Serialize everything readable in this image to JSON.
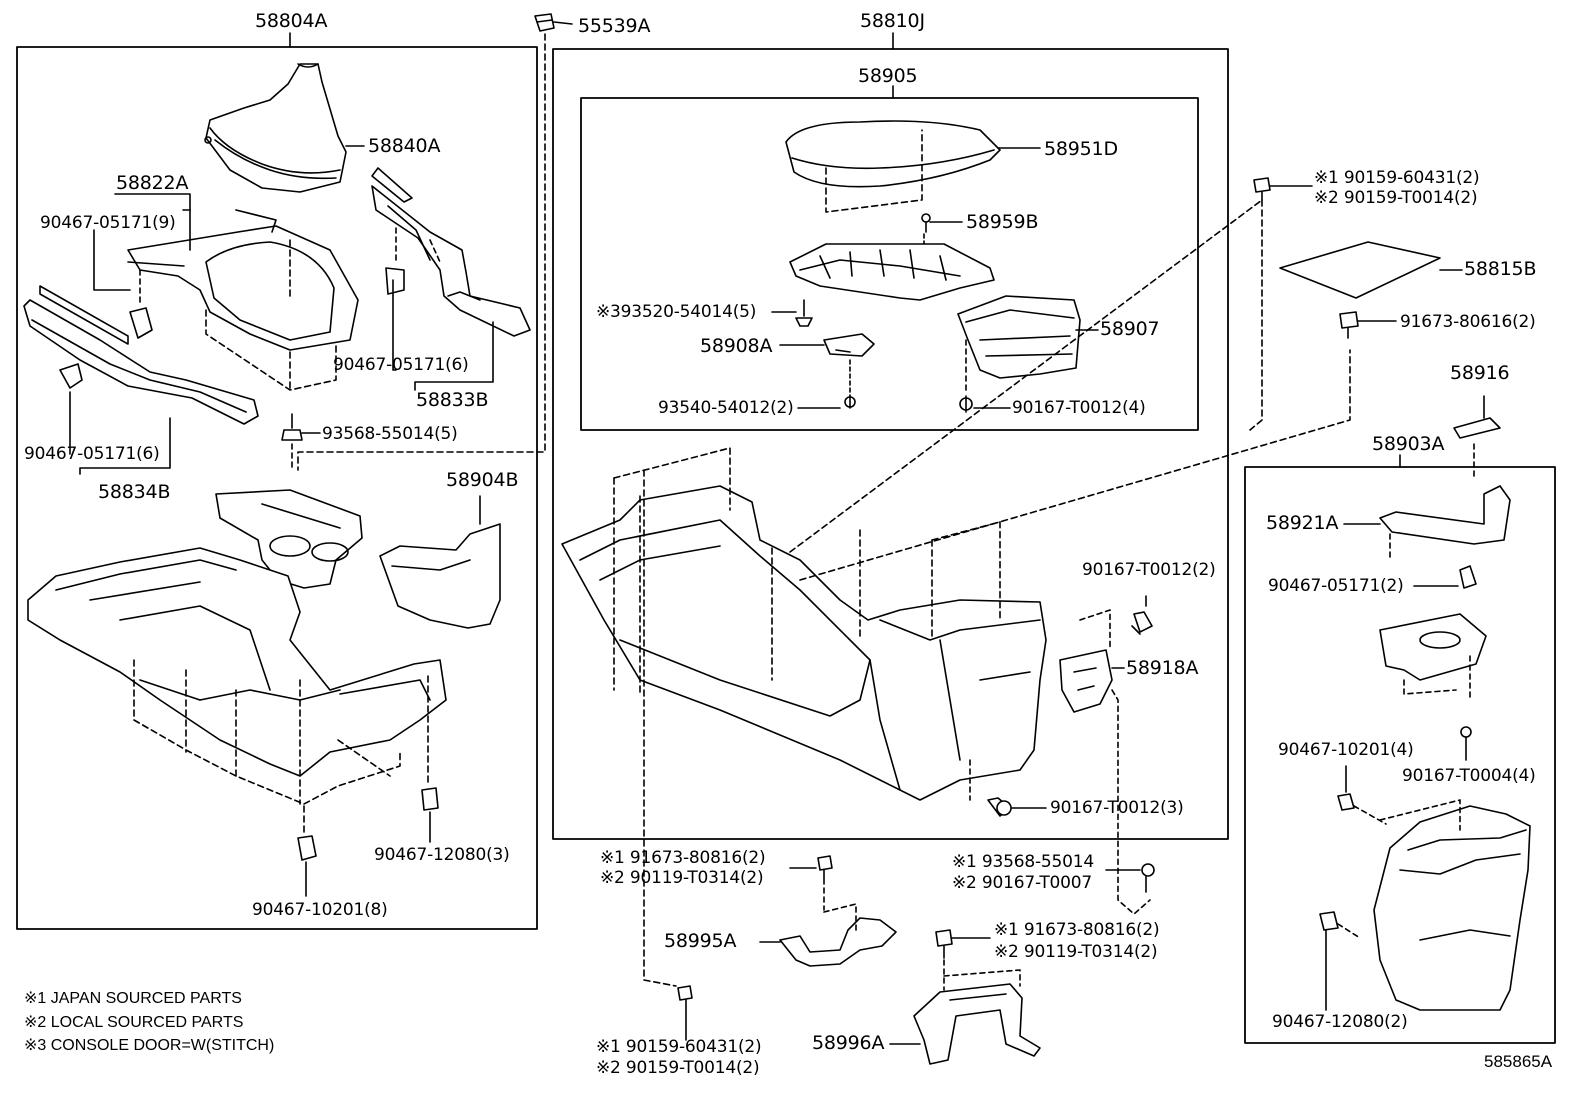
{
  "groups": {
    "g58804A": "58804A",
    "g58810J": "58810J",
    "g58905": "58905",
    "g58903A": "58903A"
  },
  "parts": {
    "p55539A": "55539A",
    "p58840A": "58840A",
    "p58822A": "58822A",
    "p90467_05171_9": "90467-05171(9)",
    "p90467_05171_6a": "90467-05171(6)",
    "p58833B": "58833B",
    "p93568_55014_5": "93568-55014(5)",
    "p90467_05171_6b": "90467-05171(6)",
    "p58834B": "58834B",
    "p58904B": "58904B",
    "p90467_12080_3": "90467-12080(3)",
    "p90467_10201_8": "90467-10201(8)",
    "p58951D": "58951D",
    "p58959B": "58959B",
    "p393520_54014_5": "※393520-54014(5)",
    "p58907": "58907",
    "p58908A": "58908A",
    "p93540_54012_2": "93540-54012(2)",
    "p90167_T0012_4": "90167-T0012(4)",
    "p90159_60431_2_top": "※1 90159-60431(2)",
    "p90159_T0014_2_top": "※2 90159-T0014(2)",
    "p58815B": "58815B",
    "p91673_80616_2": "91673-80616(2)",
    "p58916": "58916",
    "p58921A": "58921A",
    "p90467_05171_2": "90467-05171(2)",
    "p90467_10201_4": "90467-10201(4)",
    "p90167_T0004_4": "90167-T0004(4)",
    "p90467_12080_2": "90467-12080(2)",
    "p90167_T0012_2": "90167-T0012(2)",
    "p58918A": "58918A",
    "p90167_T0012_3": "90167-T0012(3)",
    "p91673_80816_2_a": "※1 91673-80816(2)",
    "p90119_T0314_2_a": "※2 90119-T0314(2)",
    "p93568_55014": "※1 93568-55014",
    "p90167_T0007": "※2 90167-T0007",
    "p58995A": "58995A",
    "p91673_80816_2_b": "※1 91673-80816(2)",
    "p90119_T0314_2_b": "※2 90119-T0314(2)",
    "p58996A": "58996A",
    "p90159_60431_2_bot": "※1 90159-60431(2)",
    "p90159_T0014_2_bot": "※2 90159-T0014(2)"
  },
  "notes": [
    "※1 JAPAN SOURCED PARTS",
    "※2 LOCAL SOURCED PARTS",
    "※3 CONSOLE DOOR=W(STITCH)"
  ],
  "figure_id": "585865A"
}
